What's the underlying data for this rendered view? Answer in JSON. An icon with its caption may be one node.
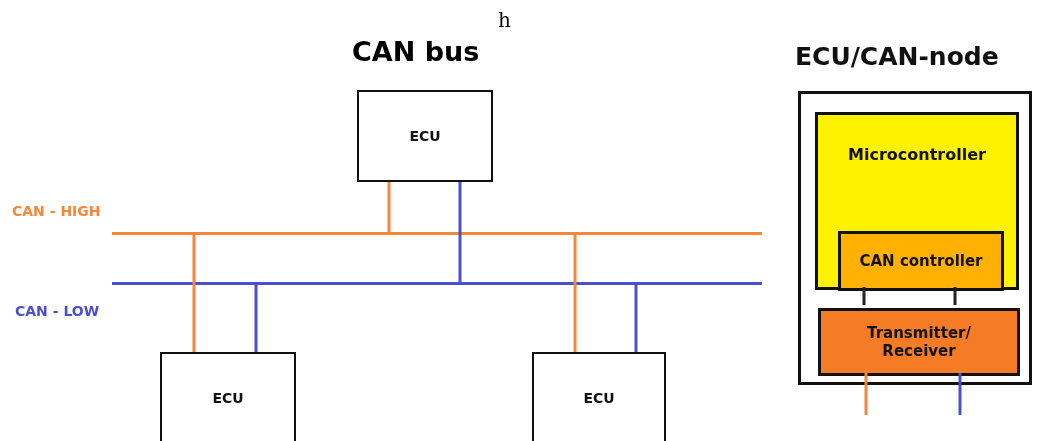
{
  "diagram": {
    "title": "CAN bus",
    "nodes": [
      {
        "text": [
          "ECU"
        ]
      },
      {
        "text": [
          "ECU"
        ]
      },
      {
        "text": [
          "ECU"
        ]
      },
      {
        "text": [],
        "shape": "bar",
        "beside": [
          "CAN - HIGH"
        ]
      },
      {
        "text": [],
        "shape": "bar",
        "beside": [
          "CAN - LOW"
        ]
      },
      {
        "text": [
          "ECU/CAN-node"
        ]
      },
      {
        "text": [
          "Microcontroller"
        ],
        "in": 5
      },
      {
        "text": [
          "CAN controller"
        ],
        "in": 6
      },
      {
        "text": [
          "Transmitter/ Receiver"
        ],
        "in": 5
      }
    ],
    "edges": [
      {
        "from": 0,
        "to": 3,
        "arrow": "none",
        "color": "#f5873b"
      },
      {
        "from": 0,
        "to": 4,
        "arrow": "none",
        "color": "#4a4fd0"
      },
      {
        "from": 1,
        "to": 3,
        "arrow": "none",
        "color": "#f5873b"
      },
      {
        "from": 1,
        "to": 4,
        "arrow": "none",
        "color": "#4a4fd0"
      },
      {
        "from": 2,
        "to": 3,
        "arrow": "none",
        "color": "#f5873b"
      },
      {
        "from": 2,
        "to": 4,
        "arrow": "none",
        "color": "#4a4fd0"
      },
      {
        "from": 6,
        "to": 8,
        "arrow": "none",
        "color": "#222222"
      },
      {
        "from": 6,
        "to": 8,
        "arrow": "none",
        "color": "#222222"
      },
      {
        "from": 8,
        "to": null,
        "arrow": "none",
        "color": "#f5873b"
      },
      {
        "from": 8,
        "to": null,
        "arrow": "none",
        "color": "#4a4fd0"
      }
    ],
    "labels": [
      "h"
    ]
  }
}
